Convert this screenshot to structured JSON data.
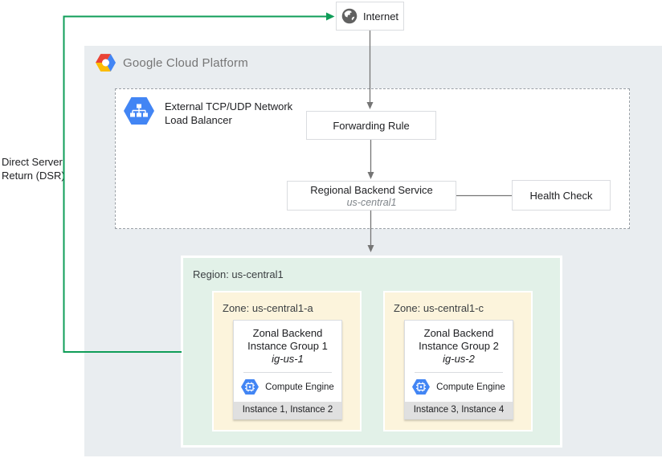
{
  "colors": {
    "gcp-bg": "#E9EDF0",
    "region-bg": "#E2F1E8",
    "zone-bg": "#FCF4DC",
    "card-footer-bg": "#E0E0E0",
    "accent-green": "#0F9D58",
    "accent-blue": "#4285F4",
    "arrow-gray": "#757575",
    "border-gray": "#DADCE0",
    "dash-gray": "#9AA0A6",
    "text-dark": "#202124",
    "text-gray": "#757575"
  },
  "internet": {
    "label": "Internet"
  },
  "gcp_header": {
    "title": "Google Cloud Platform"
  },
  "load_balancer": {
    "title_line1": "External TCP/UDP Network",
    "title_line2": "Load Balancer"
  },
  "forwarding_rule": {
    "label": "Forwarding Rule"
  },
  "regional_backend_service": {
    "label": "Regional Backend Service",
    "region": "us-central1"
  },
  "health_check": {
    "label": "Health Check"
  },
  "dsr": {
    "line1": "Direct Server",
    "line2": "Return (DSR)"
  },
  "region": {
    "label": "Region: us-central1",
    "zones": [
      {
        "label": "Zone: us-central1-a",
        "group_title_line1": "Zonal Backend",
        "group_title_line2": "Instance Group 1",
        "group_name": "ig-us-1",
        "platform": "Compute Engine",
        "instances": "Instance 1, Instance 2"
      },
      {
        "label": "Zone: us-central1-c",
        "group_title_line1": "Zonal Backend",
        "group_title_line2": "Instance Group 2",
        "group_name": "ig-us-2",
        "platform": "Compute Engine",
        "instances": "Instance 3, Instance 4"
      }
    ]
  }
}
